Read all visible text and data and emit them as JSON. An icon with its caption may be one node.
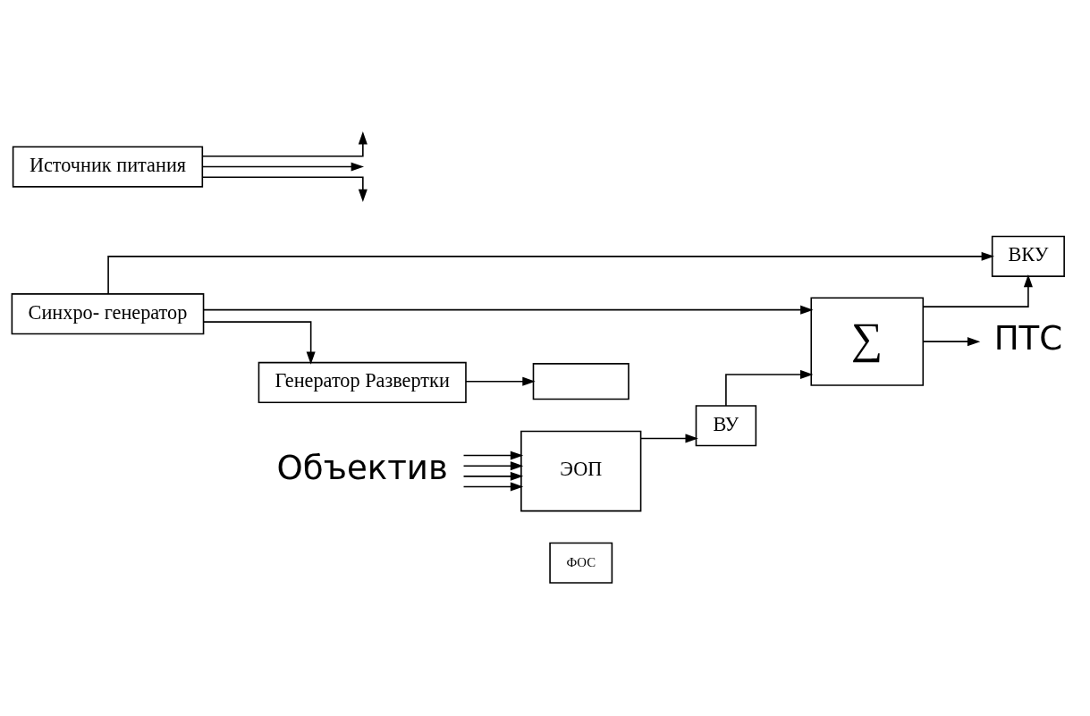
{
  "diagram": {
    "nodes": [
      {
        "text": [
          "ФОС"
        ]
      },
      {
        "text": [
          "ЭОП"
        ]
      },
      {
        "text": [
          "ВУ"
        ]
      },
      {
        "text": [
          "ВКУ"
        ]
      },
      {
        "text": [
          "∑"
        ]
      },
      {
        "text": [
          "Объектив"
        ]
      },
      {
        "text": [],
        "shape": "box"
      },
      {
        "text": [
          "Генератор Развертки"
        ]
      },
      {
        "text": [
          "Синхро- генератор"
        ]
      },
      {
        "text": [
          "Источник питания"
        ]
      },
      {
        "text": [
          "ПТС"
        ]
      }
    ],
    "edges": [
      {
        "from": 5,
        "to": 1,
        "arrow": "to"
      },
      {
        "from": 5,
        "to": 1,
        "arrow": "to"
      },
      {
        "from": 5,
        "to": 1,
        "arrow": "to"
      },
      {
        "from": 5,
        "to": 1,
        "arrow": "to"
      },
      {
        "from": 1,
        "to": 2,
        "arrow": "to"
      },
      {
        "from": 2,
        "to": 4,
        "arrow": "to"
      },
      {
        "from": 4,
        "to": 3,
        "arrow": "to"
      },
      {
        "from": 4,
        "to": 10,
        "arrow": "to"
      },
      {
        "from": 8,
        "to": 7,
        "arrow": "to"
      },
      {
        "from": 7,
        "to": 6,
        "arrow": "to"
      },
      {
        "from": 8,
        "to": 4,
        "arrow": "to"
      },
      {
        "from": 8,
        "to": 3,
        "arrow": "to"
      },
      {
        "from": 9,
        "to": null,
        "arrow": "to"
      },
      {
        "from": 9,
        "to": null,
        "arrow": "to"
      },
      {
        "from": 9,
        "to": null,
        "arrow": "to"
      }
    ]
  }
}
